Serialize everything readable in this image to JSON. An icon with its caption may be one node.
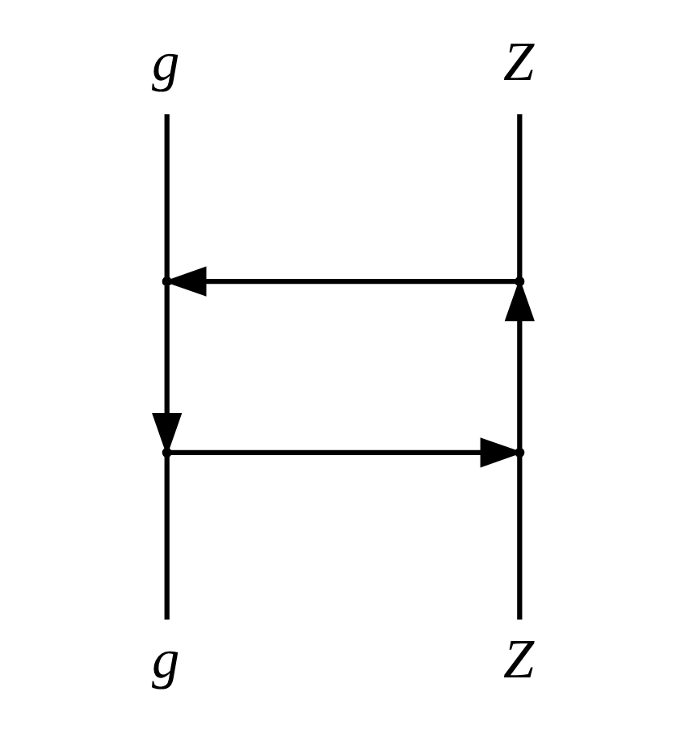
{
  "diagram": {
    "nodes": [
      {
        "text": [
          "g"
        ]
      },
      {
        "text": [
          "Z"
        ]
      },
      {
        "text": [],
        "shape": "vertex"
      },
      {
        "text": [],
        "shape": "vertex"
      },
      {
        "text": [],
        "shape": "vertex"
      },
      {
        "text": [],
        "shape": "vertex"
      },
      {
        "text": [
          "g"
        ]
      },
      {
        "text": [
          "Z"
        ]
      }
    ],
    "edges": [
      {
        "from": 0,
        "to": 2,
        "arrow": "none"
      },
      {
        "from": 3,
        "to": 1,
        "arrow": "none"
      },
      {
        "from": 3,
        "to": 2,
        "arrow": "to"
      },
      {
        "from": 2,
        "to": 4,
        "arrow": "to"
      },
      {
        "from": 4,
        "to": 5,
        "arrow": "to"
      },
      {
        "from": 5,
        "to": 3,
        "arrow": "to"
      },
      {
        "from": 4,
        "to": 6,
        "arrow": "none"
      },
      {
        "from": 5,
        "to": 7,
        "arrow": "none"
      }
    ]
  }
}
